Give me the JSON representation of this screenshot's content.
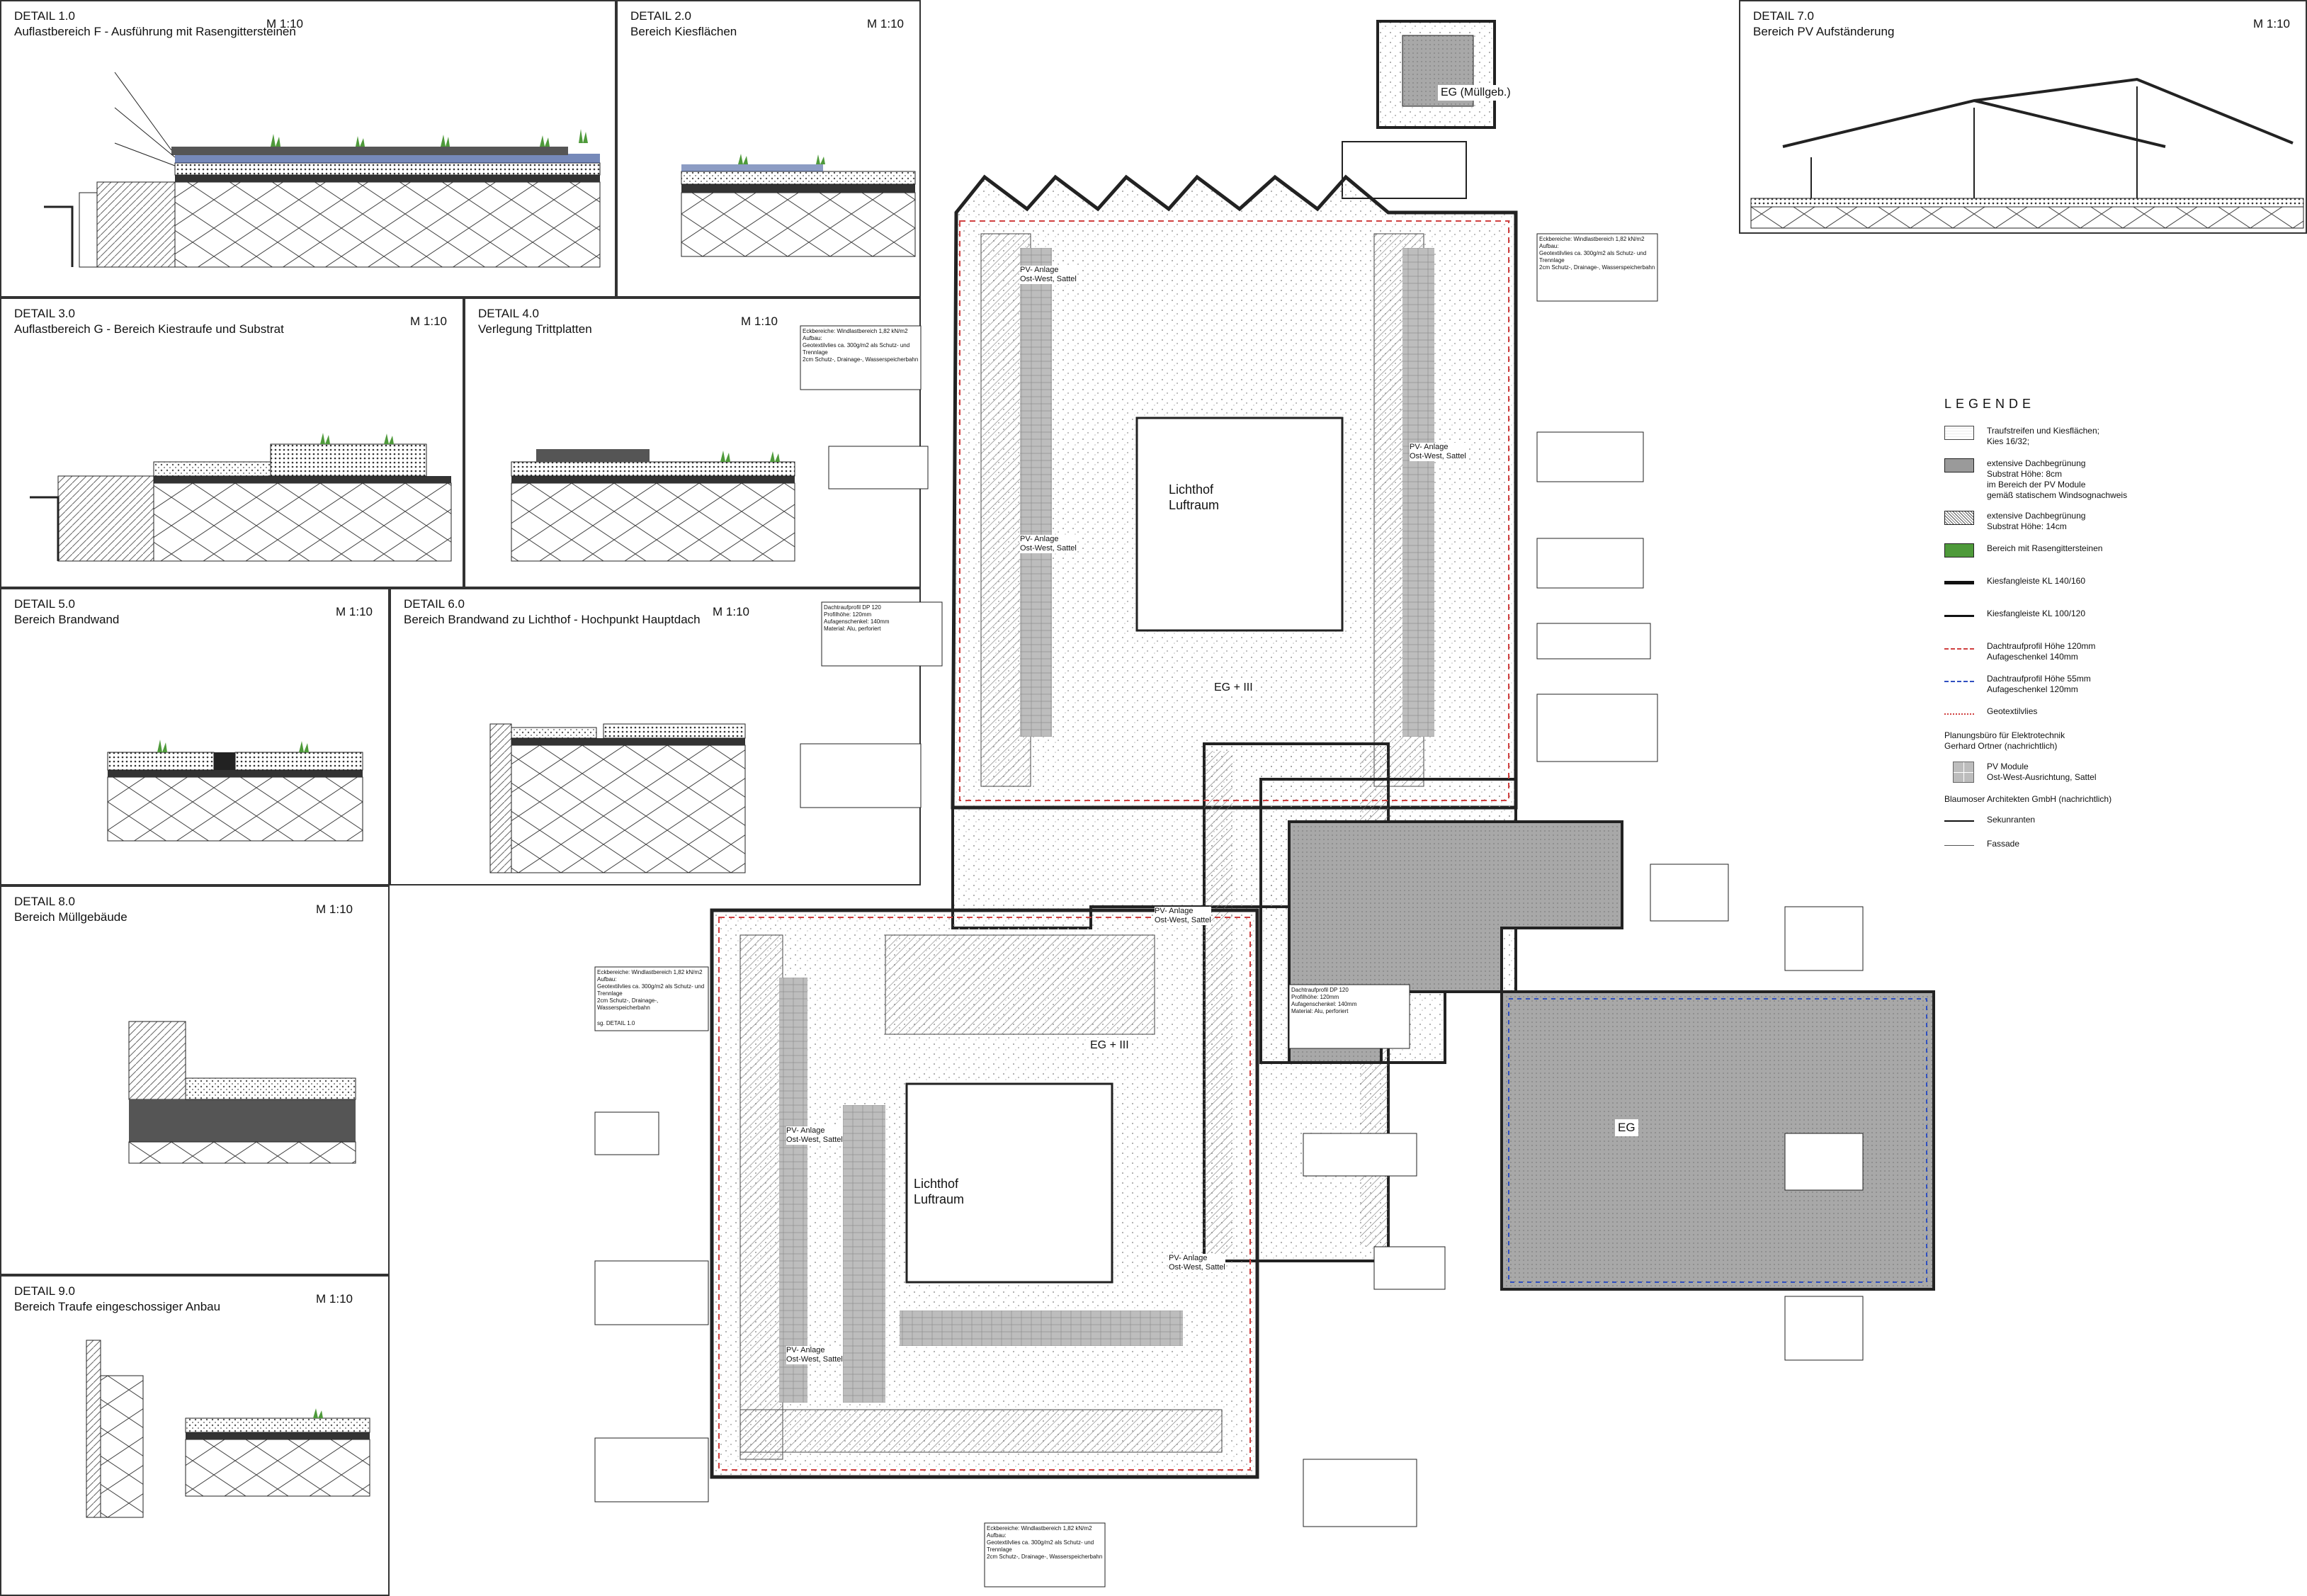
{
  "details": [
    {
      "id": "d1",
      "number": "DETAIL 1.0",
      "name": "Auflastbereich F - Ausführung mit Rasengittersteinen",
      "scale": "M 1:10"
    },
    {
      "id": "d2",
      "number": "DETAIL 2.0",
      "name": "Bereich Kiesflächen",
      "scale": "M 1:10"
    },
    {
      "id": "d3",
      "number": "DETAIL 3.0",
      "name": "Auflastbereich G - Bereich Kiestraufe und Substrat",
      "scale": "M 1:10"
    },
    {
      "id": "d4",
      "number": "DETAIL 4.0",
      "name": "Verlegung Trittplatten",
      "scale": "M 1:10"
    },
    {
      "id": "d5",
      "number": "DETAIL 5.0",
      "name": "Bereich Brandwand",
      "scale": "M 1:10"
    },
    {
      "id": "d6",
      "number": "DETAIL 6.0",
      "name": "Bereich Brandwand zu Lichthof - Hochpunkt Hauptdach",
      "scale": "M 1:10"
    },
    {
      "id": "d7",
      "number": "DETAIL 7.0",
      "name": "Bereich PV Aufständerung",
      "scale": "M 1:10"
    },
    {
      "id": "d8",
      "number": "DETAIL 8.0",
      "name": "Bereich Müllgebäude",
      "scale": "M 1:10"
    },
    {
      "id": "d9",
      "number": "DETAIL 9.0",
      "name": "Bereich Traufe eingeschossiger Anbau",
      "scale": "M 1:10"
    }
  ],
  "legend": {
    "title": "LEGENDE",
    "items": [
      {
        "symbol": "gravel",
        "text": "Traufstreifen und Kiesflächen;\nKies 16/32;"
      },
      {
        "symbol": "substrat8",
        "text": "extensive Dachbegrünung\nSubstrat Höhe: 8cm\nim Bereich der PV Module\ngemäß statischem Windsognachweis"
      },
      {
        "symbol": "substrat14",
        "text": "extensive Dachbegrünung\nSubstrat Höhe: 14cm"
      },
      {
        "symbol": "rasengitter",
        "text": "Bereich mit Rasengittersteinen"
      },
      {
        "symbol": "kl140",
        "text": "Kiesfangleiste KL 140/160"
      },
      {
        "symbol": "kl100",
        "text": "Kiesfangleiste KL 100/120"
      },
      {
        "symbol": "traufe120",
        "text": "Dachtraufprofil Höhe 120mm\nAufageschenkel 140mm"
      },
      {
        "symbol": "traufe55",
        "text": "Dachtraufprofil Höhe 55mm\nAufageschenkel 120mm"
      },
      {
        "symbol": "geotextil",
        "text": "Geotextilvlies"
      }
    ],
    "section1": "Planungsbüro für Elektrotechnik\nGerhard Ortner (nachrichtlich)",
    "pv_item": {
      "symbol": "pv",
      "text": "PV Module\nOst-West-Ausrichtung, Sattel"
    },
    "section2": "Blaumoser Architekten GmbH (nachrichtlich)",
    "items2": [
      {
        "symbol": "sekundaer",
        "text": "Sekunranten"
      },
      {
        "symbol": "fassade",
        "text": "Fassade"
      }
    ]
  },
  "plan": {
    "labels": {
      "eg_muell": "EG (Müllgeb.)",
      "lichthof_top": "Lichthof\nLuftraum",
      "lichthof_bottom": "Lichthof\nLuftraum",
      "eg3_top": "EG + III",
      "eg3_mid": "EG + III",
      "eg_right": "EG"
    },
    "pv_label": "PV- Anlage\nOst-West, Sattel",
    "detail_ref": "sg. DETAIL 1.0",
    "callout_short": "Dachtraufprofil DP 120\nProfilhöhe: 120mm\nAufagenschenkel: 140mm\nMaterial: Alu, perforiert",
    "callout_wind": "Eckbereiche: Windlastbereich 1,82 kN/m2\nAufbau:\nGeotextilvlies ca. 300g/m2 als Schutz- und Trennlage\n2cm Schutz-, Drainage-, Wasserspeicherbahn"
  },
  "colors": {
    "ink": "#1a1a1a",
    "hatch": "#555555",
    "gravel": "#bdbdbd",
    "substrat8": "#9a9a9a",
    "green": "#4e9a3a",
    "red_dash": "#d04040",
    "blue_dash": "#3050c0"
  }
}
